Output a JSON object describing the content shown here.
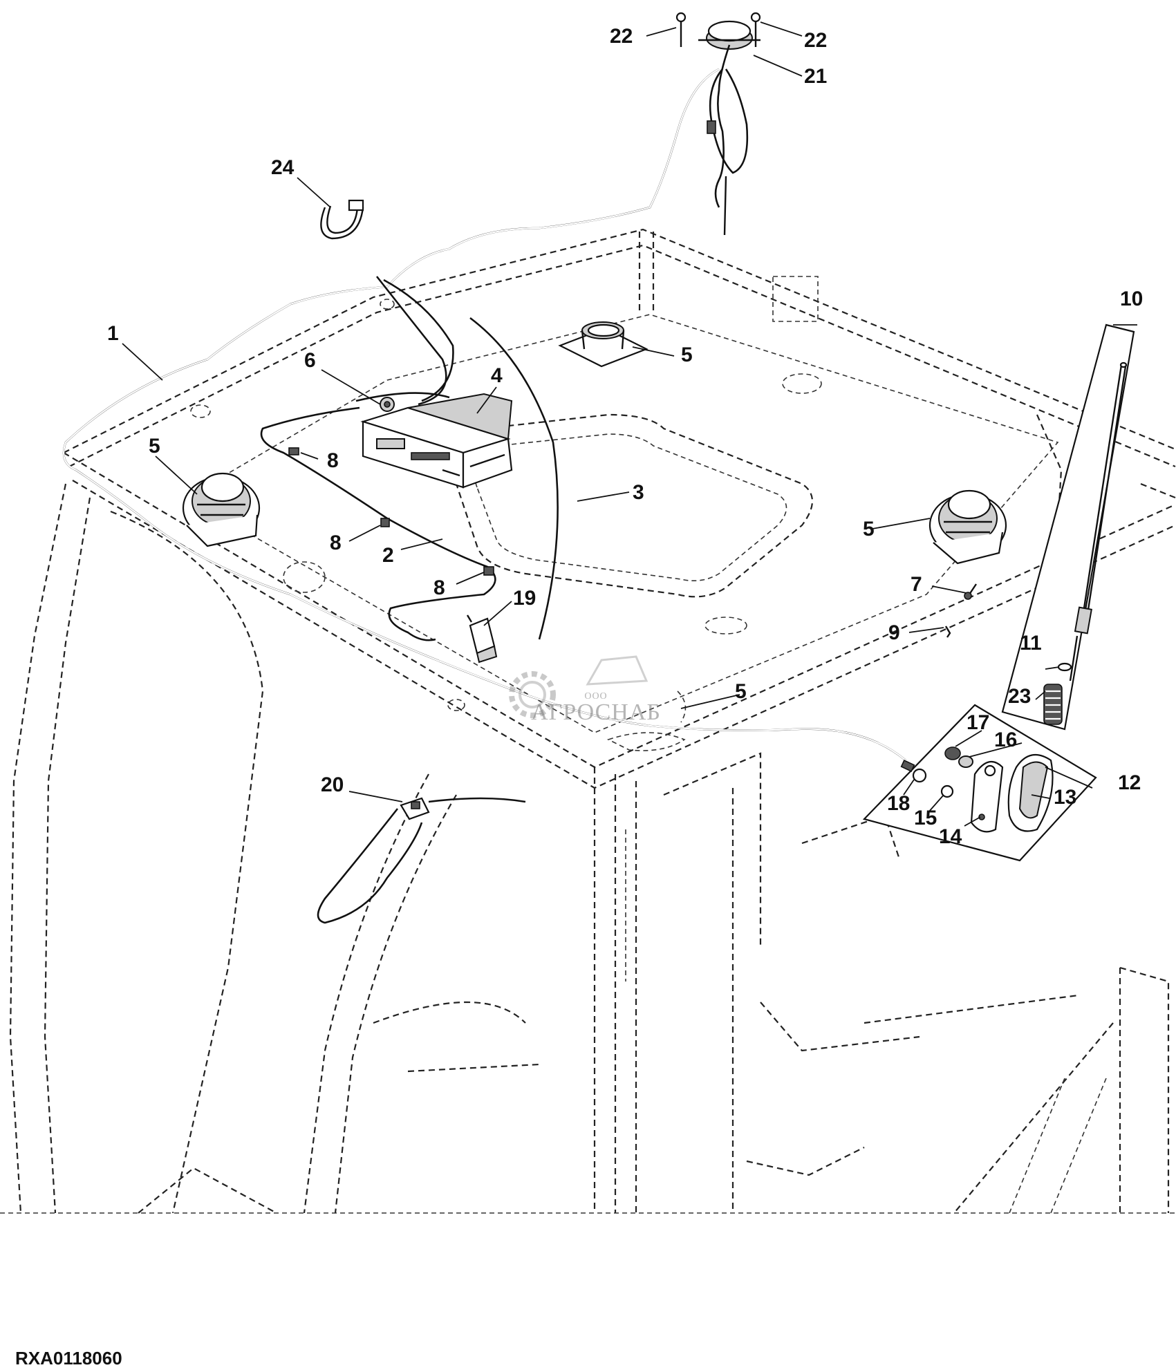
{
  "figure_code": "RXA0118060",
  "watermark": {
    "prefix": "ООО",
    "name": "АГРОСНАБ"
  },
  "callouts": [
    {
      "id": "c22a",
      "label": "22"
    },
    {
      "id": "c22b",
      "label": "22"
    },
    {
      "id": "c21",
      "label": "21"
    },
    {
      "id": "c24",
      "label": "24"
    },
    {
      "id": "c10",
      "label": "10"
    },
    {
      "id": "c1",
      "label": "1"
    },
    {
      "id": "c5a",
      "label": "5"
    },
    {
      "id": "c6",
      "label": "6"
    },
    {
      "id": "c4",
      "label": "4"
    },
    {
      "id": "c5b",
      "label": "5"
    },
    {
      "id": "c8a",
      "label": "8"
    },
    {
      "id": "c3",
      "label": "3"
    },
    {
      "id": "c5c",
      "label": "5"
    },
    {
      "id": "c8b",
      "label": "8"
    },
    {
      "id": "c2",
      "label": "2"
    },
    {
      "id": "c8c",
      "label": "8"
    },
    {
      "id": "c7",
      "label": "7"
    },
    {
      "id": "c19",
      "label": "19"
    },
    {
      "id": "c9",
      "label": "9"
    },
    {
      "id": "c11",
      "label": "11"
    },
    {
      "id": "c23",
      "label": "23"
    },
    {
      "id": "c5d",
      "label": "5"
    },
    {
      "id": "c17",
      "label": "17"
    },
    {
      "id": "c16",
      "label": "16"
    },
    {
      "id": "c12",
      "label": "12"
    },
    {
      "id": "c20",
      "label": "20"
    },
    {
      "id": "c13",
      "label": "13"
    },
    {
      "id": "c18",
      "label": "18"
    },
    {
      "id": "c15",
      "label": "15"
    },
    {
      "id": "c14",
      "label": "14"
    }
  ]
}
